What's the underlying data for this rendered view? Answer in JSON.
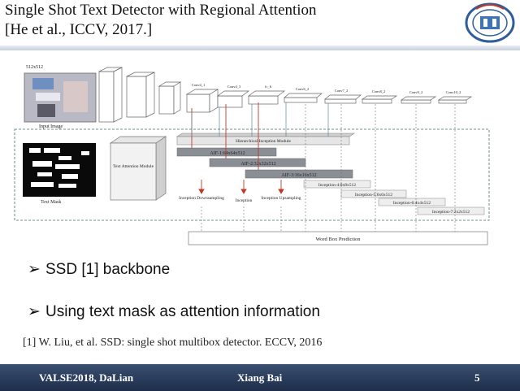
{
  "slide": {
    "title_line1": "Single Shot Text Detector with Regional Attention",
    "title_line2": "[He et al., ICCV, 2017.]",
    "bullets": [
      "SSD [1] backbone",
      "Using text mask as attention information"
    ],
    "reference": "[1] W. Liu, et al. SSD: single shot multibox detector. ECCV, 2016"
  },
  "diagram": {
    "input_size": "512x512",
    "input_label": "Input Image",
    "mask_label": "Text Mask",
    "attention_module": "Text Attention Module",
    "hier_module": "Hierarchical Inception Module",
    "aif": [
      "AIF-1:64x64x512",
      "AIF-2:32x32x512",
      "AIF-3:16x16x512"
    ],
    "ops": [
      "Inception Downsampling",
      "Inception",
      "Inception Upsampling"
    ],
    "conv_labels": [
      "Conv4_1",
      "Conv4_3",
      "fc_6",
      "Conv6_2",
      "Conv7_2",
      "Conv8_2",
      "Conv9_2",
      "Conv10_2"
    ],
    "inception_outputs": [
      "Inception-4:8x8x512",
      "Inception-5:6x6x512",
      "Inception-6:4x4x512",
      "Inception-7:2x2x512"
    ],
    "prediction_label": "Word Box Prediction"
  },
  "footer": {
    "left": "VALSE2018, DaLian",
    "center": "Xiang Bai",
    "page": "5"
  },
  "colors": {
    "footer_bg": "#1e2e4a",
    "aif_bar": "#8a8f96",
    "inception_bar": "#d9d9d9",
    "arrow_red": "#c0392b"
  }
}
